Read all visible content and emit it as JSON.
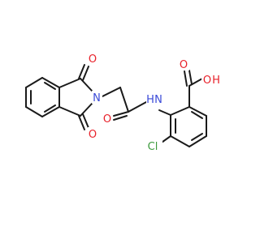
{
  "colors": {
    "bond": "#1a1a1a",
    "oxygen": "#e8212a",
    "nitrogen": "#3a4ad8",
    "chlorine": "#3c9a3c",
    "background": "#ffffff"
  },
  "atom_labels": {
    "o_top": "O",
    "o_bottom": "O",
    "n_imide": "N",
    "o_amide": "O",
    "nh_amide": "H",
    "nh_amide_n": "N",
    "o_acid_carbonyl": "O",
    "oh_acid_o": "O",
    "oh_acid_h": "H",
    "cl": "Cl"
  }
}
